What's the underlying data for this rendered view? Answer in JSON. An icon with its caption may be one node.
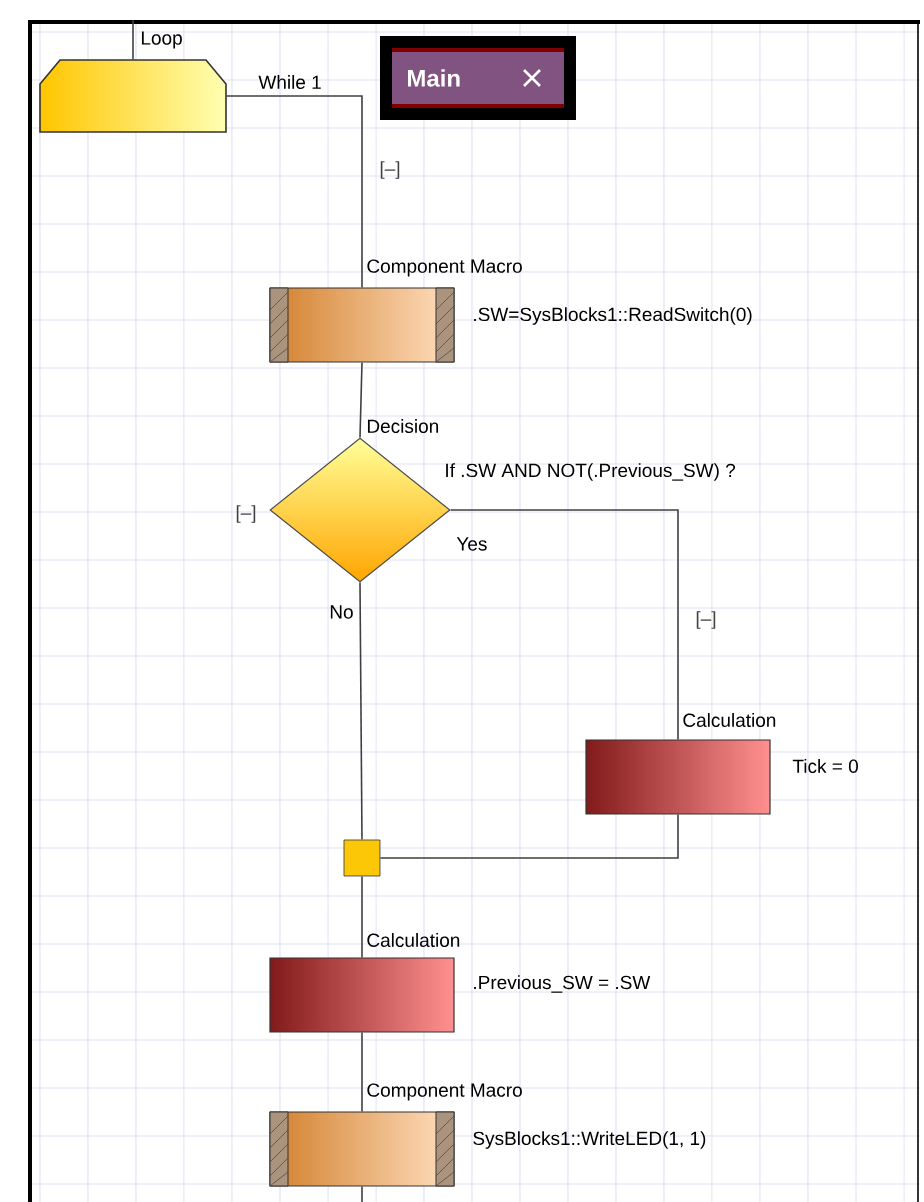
{
  "diagram": {
    "nodes": [
      {
        "text": [
          "Loop"
        ]
      },
      {
        "text": [
          "Main"
        ]
      },
      {
        "text": [
          "Component Macro",
          ".SW=SysBlocks1::ReadSwitch(0)"
        ]
      },
      {
        "text": [
          "Decision",
          "If .SW AND  NOT(.Previous_SW) ?"
        ]
      },
      {
        "text": [
          "Calculation",
          "Tick = 0"
        ]
      },
      {
        "text": [],
        "shape": "box"
      },
      {
        "text": [
          "Calculation",
          ".Previous_SW = .SW"
        ]
      },
      {
        "text": [
          "Component Macro",
          "SysBlocks1::WriteLED(1, 1)"
        ]
      }
    ],
    "edges": [
      {
        "from": null,
        "to": 0,
        "arrow": "none"
      },
      {
        "from": 0,
        "to": 2,
        "arrow": "none",
        "label": "While 1"
      },
      {
        "from": 2,
        "to": 3,
        "arrow": "none"
      },
      {
        "from": 3,
        "to": 4,
        "arrow": "none",
        "label": "Yes"
      },
      {
        "from": 3,
        "to": 5,
        "arrow": "none",
        "label": "No"
      },
      {
        "from": 4,
        "to": 5,
        "arrow": "none"
      },
      {
        "from": 5,
        "to": 6,
        "arrow": "none"
      },
      {
        "from": 6,
        "to": 7,
        "arrow": "none"
      },
      {
        "from": 7,
        "to": null,
        "arrow": "none"
      }
    ],
    "labels": [
      "[–]",
      "[–]",
      "[–]"
    ]
  }
}
